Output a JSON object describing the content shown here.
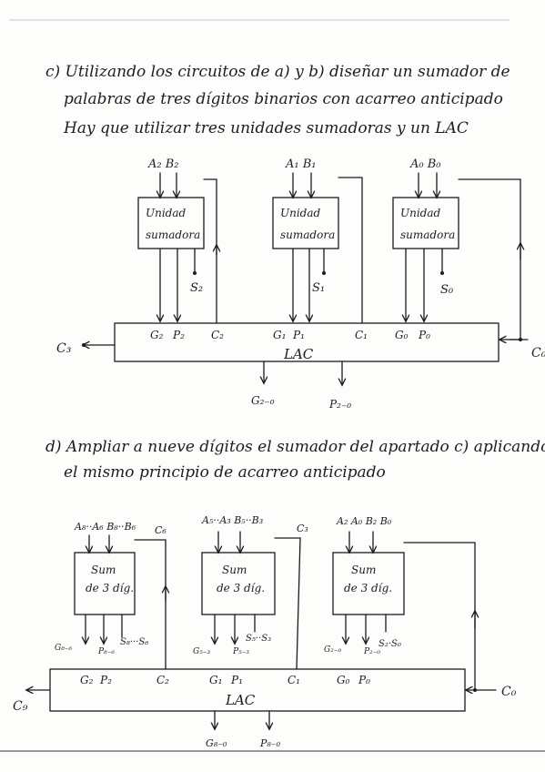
{
  "section_c": {
    "lines": [
      "c) Utilizando los circuitos de a) y b) diseñar un sumador de",
      "palabras de tres dígitos binarios con acarreo anticipado",
      "Hay que utilizar tres unidades sumadoras y un LAC"
    ]
  },
  "diagram_c": {
    "unit_label_1": "Unidad",
    "unit_label_2": "sumadora",
    "units": [
      {
        "inputs": "A₂ B₂",
        "sum": "S₂"
      },
      {
        "inputs": "A₁ B₁",
        "sum": "S₁"
      },
      {
        "inputs": "A₀ B₀",
        "sum": "S₀"
      }
    ],
    "lac_ports": [
      "G₂",
      "P₂",
      "C₂",
      "G₁",
      "P₁",
      "C₁",
      "G₀",
      "P₀"
    ],
    "lac_label": "LAC",
    "carry_out": "C₃",
    "carry_in": "C₀",
    "outputs": [
      "G₂₋₀",
      "P₂₋₀"
    ]
  },
  "section_d": {
    "lines": [
      "d) Ampliar a nueve dígitos el sumador del apartado c) aplicando",
      "el mismo principio de acarreo anticipado"
    ]
  },
  "diagram_d": {
    "block_label_1": "Sum",
    "block_label_2": "de 3 díg.",
    "blocks": [
      {
        "inputs": "A₈··A₆ B₈··B₆",
        "carry": "C₆",
        "g": "G₈₋₆",
        "p": "P₈₋₆",
        "sum": "S₈···S₆"
      },
      {
        "inputs": "A₅··A₃ B₅··B₃",
        "carry": "C₃",
        "g": "G₅₋₃",
        "p": "P₅₋₃",
        "sum": "S₅··S₃"
      },
      {
        "inputs": "A₂ A₀ B₂ B₀",
        "carry": "",
        "g": "G₂₋₀",
        "p": "P₂₋₀",
        "sum": "S₂·S₀"
      }
    ],
    "lac_ports": [
      "G₂",
      "P₂",
      "C₂",
      "G₁",
      "P₁",
      "C₁",
      "G₀",
      "P₀"
    ],
    "lac_label": "LAC",
    "carry_out": "C₉",
    "carry_in": "C₀",
    "outputs": [
      "G₈₋₀",
      "P₈₋₀"
    ]
  }
}
